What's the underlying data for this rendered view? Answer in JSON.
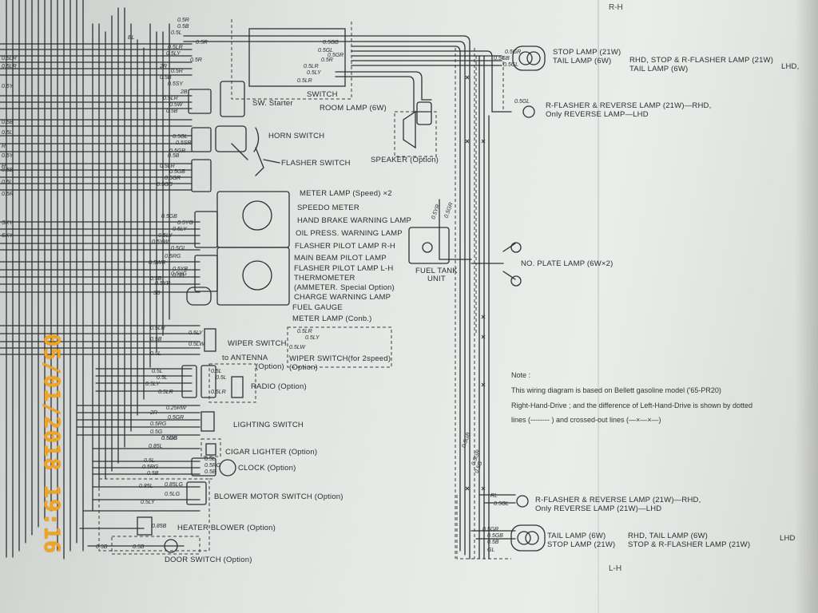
{
  "corner": {
    "rh": "R-H",
    "lh": "L-H"
  },
  "stamp": "05/01/2018 19:16",
  "note": {
    "title": "Note :",
    "lines": [
      "This wiring diagram is based on Bellett gasoline model ('65-PR20)",
      "Right-Hand-Drive ; and the difference of Left-Hand-Drive is shown by dotted",
      "lines (-------- ) and crossed-out lines (—×—×—)"
    ]
  },
  "components": {
    "stop_tail_top": "STOP LAMP (21W)\nTAIL LAMP (6W)",
    "rhd_top": "RHD, STOP & R-FLASHER LAMP (21W)\nTAIL LAMP (6W)",
    "lhd_top": "LHD,",
    "rflasher_top": "R-FLASHER & REVERSE LAMP (21W)—RHD,",
    "only_reverse_top": "Only REVERSE LAMP—LHD",
    "sw_starter": "SW. Starter",
    "switch": "SWITCH",
    "room_lamp": "ROOM LAMP (6W)",
    "horn_switch": "HORN SWITCH",
    "flasher_switch": "FLASHER SWITCH",
    "speaker": "SPEAKER (Option)",
    "meter_lamp_speed": "METER LAMP (Speed) ×2",
    "speedo_meter": "SPEEDO METER",
    "hand_brake": "HAND BRAKE WARNING LAMP",
    "oil_press": "OIL PRESS. WARNING LAMP",
    "flasher_pilot_rh": "FLASHER PILOT LAMP R-H",
    "main_beam": "MAIN BEAM PILOT LAMP",
    "flasher_pilot_lh": "FLASHER PILOT LAMP L-H",
    "thermometer": "THERMOMETER",
    "ammeter": "(AMMETER. Special Option)",
    "charge_warning": "CHARGE WARNING LAMP",
    "fuel_gauge": "FUEL GAUGE",
    "meter_lamp_conb": "METER LAMP (Conb.)",
    "fuel_tank_unit": "FUEL TANK\nUNIT",
    "no_plate_lamp": "NO. PLATE LAMP (6W×2)",
    "wiper_switch": "WIPER SWITCH",
    "wiper_switch_2speed": "WIPER SWITCH(for 2speed)\n(Option)",
    "to_antenna": "to ANTENNA",
    "antenna_option": "(Option)",
    "radio": "RADIO (Option)",
    "lighting_switch": "LIGHTING SWITCH",
    "cigar_lighter": "CIGAR LIGHTER (Option)",
    "clock": "CLOCK (Option)",
    "blower_motor": "BLOWER MOTOR SWITCH (Option)",
    "heater_blower": "HEATER BLOWER (Option)",
    "door_switch": "DOOR SWITCH (Option)",
    "rflasher_bottom": "R-FLASHER & REVERSE LAMP (21W)—RHD,",
    "only_reverse_bottom": "Only REVERSE LAMP (21W)—LHD",
    "tail_stop_bottom": "TAIL LAMP (6W)\nSTOP LAMP (21W)",
    "rhd_bottom": "RHD, TAIL LAMP (6W)\nSTOP & R-FLASHER LAMP (21W)",
    "lhd_bottom": "LHD"
  },
  "wire_codes": {
    "left_edge": [
      "0.5LR",
      "0.5LR",
      "0.5Y",
      "0.5B",
      "0.5L",
      "R",
      "0.5Y",
      "0.5B",
      "0.5L",
      "0.5R",
      "SKY",
      "SKY",
      "R"
    ],
    "top": [
      "0.5R",
      "0.5B",
      "0.5L",
      "BL",
      "0.5R",
      "0.5LR",
      "0.5LY",
      "0.5R",
      "2R",
      "0.5R",
      "0.5B",
      "0.5SY"
    ],
    "switch_block": [
      "0.5GB",
      "0.5GL",
      "0.5GR",
      "0.5R",
      "0.5LR",
      "0.5LY",
      "0.5LR"
    ],
    "starter_block": [
      "2B",
      "0.5LR",
      "0.5W",
      "0.5B"
    ],
    "horn_block": [
      "0.5GL",
      "0.5SR",
      "0.5GR",
      "0.5B"
    ],
    "flasher_block": [
      "0.5LR",
      "0.5GB",
      "0.5GR",
      "0.5GB"
    ],
    "meter_block_a": [
      "0.5GB",
      "0.5YG",
      "0.5LY",
      "0.5LY",
      "0.5YW",
      "0.5GL"
    ],
    "meter_block_b": [
      "0.5RG",
      "0.5WR",
      "0.5YB",
      "0.5YG",
      "0.5B",
      "0.5YR",
      "0.5B",
      "3B"
    ],
    "wiper": [
      "0.5LR",
      "0.5LY",
      "0.5LW",
      "0.5B",
      "0.5LR",
      "0.5LY",
      "0.5LW",
      "0.5L"
    ],
    "radio_block": [
      "0.5L",
      "0.5L",
      "0.5LY",
      "0.5LR",
      "0.5L",
      "0.5L",
      "0.5LR"
    ],
    "lighting": [
      "0.25RW",
      "2R",
      "0.5GR",
      "0.5RG",
      "0.5G",
      "0.5GB",
      "0.5RG"
    ],
    "cigar_clock": [
      "0.85L",
      "0.5L",
      "0.5RG",
      "0.5B",
      "0.5L",
      "0.5RG",
      "0.5B"
    ],
    "blower": [
      "0.85L",
      "0.85LG",
      "0.5LY",
      "0.5LG",
      "0.85B",
      "0.5B",
      "0.5B"
    ],
    "right_top": [
      "0.5GR",
      "0.5GB",
      "0.5GL",
      "0.5GL",
      "0.5YR",
      "0.5GR"
    ],
    "right_bottom": [
      "0.5GB",
      "0.5GR",
      "0.5G",
      "RL",
      "0.5GL",
      "0.5GR",
      "0.5GB",
      "0.5B",
      "GL"
    ]
  }
}
